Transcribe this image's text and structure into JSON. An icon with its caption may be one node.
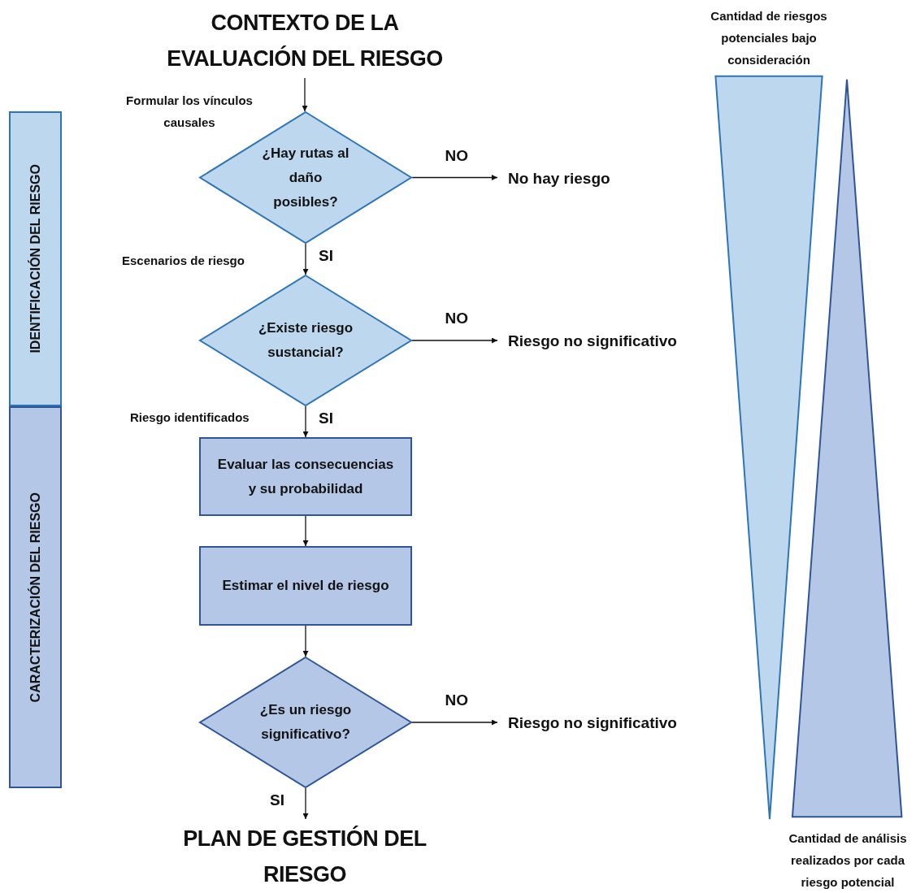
{
  "diagram": {
    "nodes": [
      {
        "text": [
          "CONTEXTO DE LA EVALUACIÓN DEL RIESGO"
        ]
      },
      {
        "text": [
          "¿Hay rutas al daño posibles?"
        ]
      },
      {
        "text": [
          "No hay riesgo"
        ]
      },
      {
        "text": [
          "¿Existe riesgo sustancial?"
        ]
      },
      {
        "text": [
          "Riesgo no significativo"
        ]
      },
      {
        "text": [
          "Evaluar las consecuencias y su probabilidad"
        ]
      },
      {
        "text": [
          "Estimar el nivel de riesgo"
        ]
      },
      {
        "text": [
          "¿Es un riesgo significativo?"
        ]
      },
      {
        "text": [
          "Riesgo no significativo"
        ]
      },
      {
        "text": [
          "PLAN DE GESTIÓN DEL RIESGO"
        ]
      },
      {
        "text": [
          "IDENTIFICACIÓN DEL RIESGO"
        ]
      },
      {
        "text": [
          "CARACTERIZACIÓN DEL RIESGO"
        ]
      },
      {
        "text": [
          "Cantidad de riesgos potenciales bajo consideración"
        ]
      },
      {
        "text": [
          "Cantidad de análisis realizados por cada riesgo potencial"
        ]
      }
    ],
    "edges": [
      {
        "from": 0,
        "to": 1,
        "arrow": "to"
      },
      {
        "from": 1,
        "to": 2,
        "arrow": "to",
        "label": "NO"
      },
      {
        "from": 1,
        "to": 3,
        "arrow": "to",
        "label": "SI"
      },
      {
        "from": 3,
        "to": 4,
        "arrow": "to",
        "label": "NO"
      },
      {
        "from": 3,
        "to": 5,
        "arrow": "to",
        "label": "SI"
      },
      {
        "from": 5,
        "to": 6,
        "arrow": "to"
      },
      {
        "from": 6,
        "to": 7,
        "arrow": "to"
      },
      {
        "from": 7,
        "to": 8,
        "arrow": "to",
        "label": "NO"
      },
      {
        "from": 7,
        "to": 9,
        "arrow": "to",
        "label": "SI"
      }
    ],
    "labels": [
      "Formular los vínculos causales",
      "Escenarios de riesgo",
      "Riesgo identificados"
    ]
  }
}
